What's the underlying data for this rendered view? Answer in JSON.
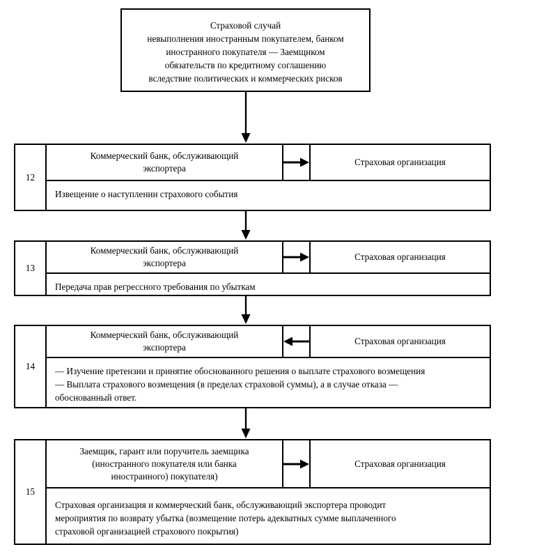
{
  "diagram": {
    "title_box": {
      "text": "Страховой случай\nневыполнения иностранным покупателем, банком\nиностранного покупателя — Заемщиком\nобязательств по кредитному соглашению\nвследствие политических и коммерческих рисков"
    },
    "stages": [
      {
        "number": "12",
        "left_actor": "Коммерческий банк, обслуживающий\nэкспортера",
        "arrow_direction": "right",
        "right_actor": "Страховая организация",
        "description": "Извещение о наступлении страхового события"
      },
      {
        "number": "13",
        "left_actor": "Коммерческий банк, обслуживающий\nэкспортера",
        "arrow_direction": "right",
        "right_actor": "Страховая организация",
        "description": "Передача прав регрессного требования по убыткам"
      },
      {
        "number": "14",
        "left_actor": "Коммерческий банк, обслуживающий\nэкспортера",
        "arrow_direction": "left",
        "right_actor": "Страховая организация",
        "description": "— Изучение претензии и принятие обоснованного решения о выплате страхового возмещения\n— Выплата страхового возмещения (в пределах страховой суммы), а в случае отказа —\nобоснованный ответ."
      },
      {
        "number": "15",
        "left_actor": "Заемщик, гарант или поручитель заемщика\n(иностранного покупателя или банка\nиностранного) покупателя)",
        "arrow_direction": "right",
        "right_actor": "Страховая организация",
        "description": "Страховая организация и коммерческий банк, обслуживающий экспортера проводит\nмероприятия по возврату убытка (возмещение потерь адекватных сумме выплаченного\nстраховой организацией страхового покрытия)"
      }
    ],
    "colors": {
      "stroke": "#000000",
      "background": "#ffffff",
      "text": "#000000"
    }
  }
}
